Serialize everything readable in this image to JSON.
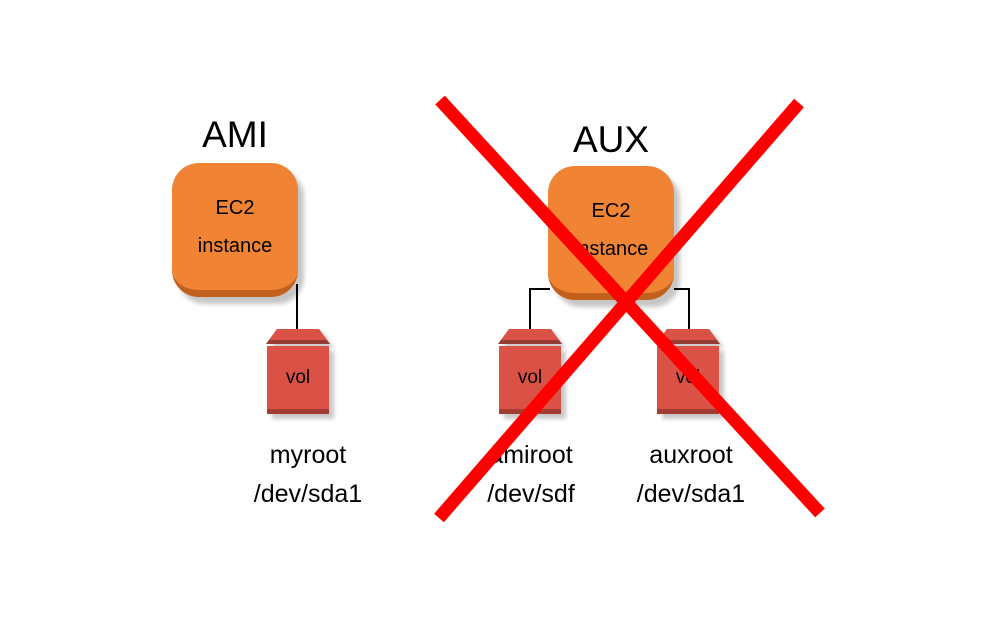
{
  "diagram": {
    "background": "#ffffff",
    "colors": {
      "instance_fill": "#F08434",
      "instance_bottom_edge": "#C2611E",
      "volume_fill": "#D95245",
      "volume_cap_edge": "#943B33",
      "volume_bottom_edge": "#A23C32",
      "connector": "#000000",
      "cross_out": "#FF0000",
      "text": "#000000"
    },
    "groups": [
      {
        "id": "ami",
        "title": "AMI",
        "instance": {
          "line1": "EC2",
          "line2": "instance"
        },
        "crossed_out": false,
        "volumes": [
          {
            "label": "vol",
            "name": "myroot",
            "device": "/dev/sda1"
          }
        ]
      },
      {
        "id": "aux",
        "title": "AUX",
        "instance": {
          "line1": "EC2",
          "line2": "instance"
        },
        "crossed_out": true,
        "volumes": [
          {
            "label": "vol",
            "name": "amiroot",
            "device": "/dev/sdf"
          },
          {
            "label": "vol",
            "name": "auxroot",
            "device": "/dev/sda1"
          }
        ]
      }
    ]
  }
}
